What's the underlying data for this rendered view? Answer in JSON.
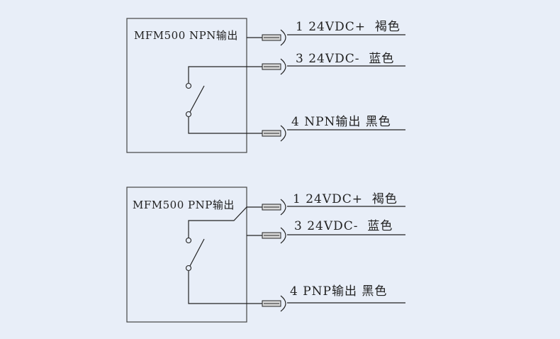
{
  "npn_block": {
    "title": "MFM500 NPN输出",
    "wires": [
      {
        "label": "1 24VDC+  褐色"
      },
      {
        "label": "3 24VDC-  蓝色"
      },
      {
        "label": "4 NPN输出 黑色"
      }
    ]
  },
  "pnp_block": {
    "title": "MFM500 PNP输出",
    "wires": [
      {
        "label": "1 24VDC+  褐色"
      },
      {
        "label": "3 24VDC-  蓝色"
      },
      {
        "label": "4 PNP输出 黑色"
      }
    ]
  },
  "colors": {
    "background": "#e8eef8",
    "line": "#222222",
    "connector_fill": "#d9d9d9"
  }
}
